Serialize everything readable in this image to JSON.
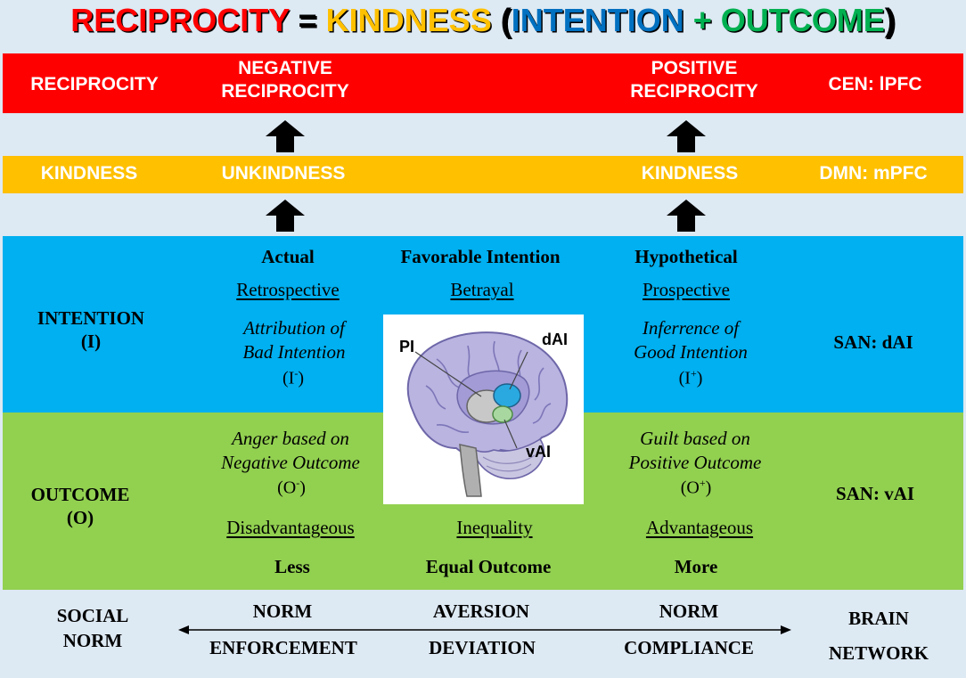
{
  "title": {
    "part1": "RECIPROCITY",
    "eq": " = ",
    "part2": "KINDNESS",
    "open": " (",
    "part3": "INTENTION",
    "plus": " + ",
    "part4": "OUTCOME",
    "close": ")"
  },
  "colors": {
    "red": "#ff0000",
    "yellow": "#ffc000",
    "blue": "#00b0f0",
    "green": "#92d050",
    "background": "#dde9f3",
    "title_blue": "#0070c0",
    "title_green": "#00b050"
  },
  "reciprocity_row": {
    "label": "RECIPROCITY",
    "negative_line1": "NEGATIVE",
    "negative_line2": "RECIPROCITY",
    "positive_line1": "POSITIVE",
    "positive_line2": "RECIPROCITY",
    "network": "CEN: lPFC"
  },
  "kindness_row": {
    "label": "KINDNESS",
    "negative": "UNKINDNESS",
    "positive": "KINDNESS",
    "network": "DMN: mPFC"
  },
  "intention_row": {
    "label_line1": "INTENTION",
    "label_line2": "(I)",
    "left_heading": "Actual",
    "center_heading": "Favorable Intention",
    "right_heading": "Hypothetical",
    "left_sub": "Retrospective",
    "center_sub": "Betrayal",
    "right_sub": "Prospective",
    "left_desc_line1": "Attribution of",
    "left_desc_line2": "Bad Intention",
    "left_symbol_base": "(I",
    "left_symbol_sup": "-",
    "left_symbol_close": ")",
    "right_desc_line1": "Inferrence of",
    "right_desc_line2": "Good Intention",
    "right_symbol_base": "(I",
    "right_symbol_sup": "+",
    "right_symbol_close": ")",
    "network": "SAN: dAI"
  },
  "outcome_row": {
    "label_line1": "OUTCOME",
    "label_line2": "(O)",
    "left_desc_line1": "Anger based on",
    "left_desc_line2": "Negative Outcome",
    "left_symbol_base": "(O",
    "left_symbol_sup": "-",
    "left_symbol_close": ")",
    "right_desc_line1": "Guilt based on",
    "right_desc_line2": "Positive Outcome",
    "right_symbol_base": "(O",
    "right_symbol_sup": "+",
    "right_symbol_close": ")",
    "left_sub": "Disadvantageous",
    "center_sub": "Inequality",
    "right_sub": "Advantageous",
    "left_heading": "Less",
    "center_heading": "Equal Outcome",
    "right_heading": "More",
    "network": "SAN: vAI"
  },
  "brain": {
    "pi_label": "PI",
    "dai_label": "dAI",
    "vai_label": "vAI"
  },
  "norm_row": {
    "label_line1": "SOCIAL",
    "label_line2": "NORM",
    "left_top": "NORM",
    "left_bottom": "ENFORCEMENT",
    "center_top": "AVERSION",
    "center_bottom": "DEVIATION",
    "right_top": "NORM",
    "right_bottom": "COMPLIANCE",
    "network_line1": "BRAIN",
    "network_line2": "NETWORK"
  }
}
